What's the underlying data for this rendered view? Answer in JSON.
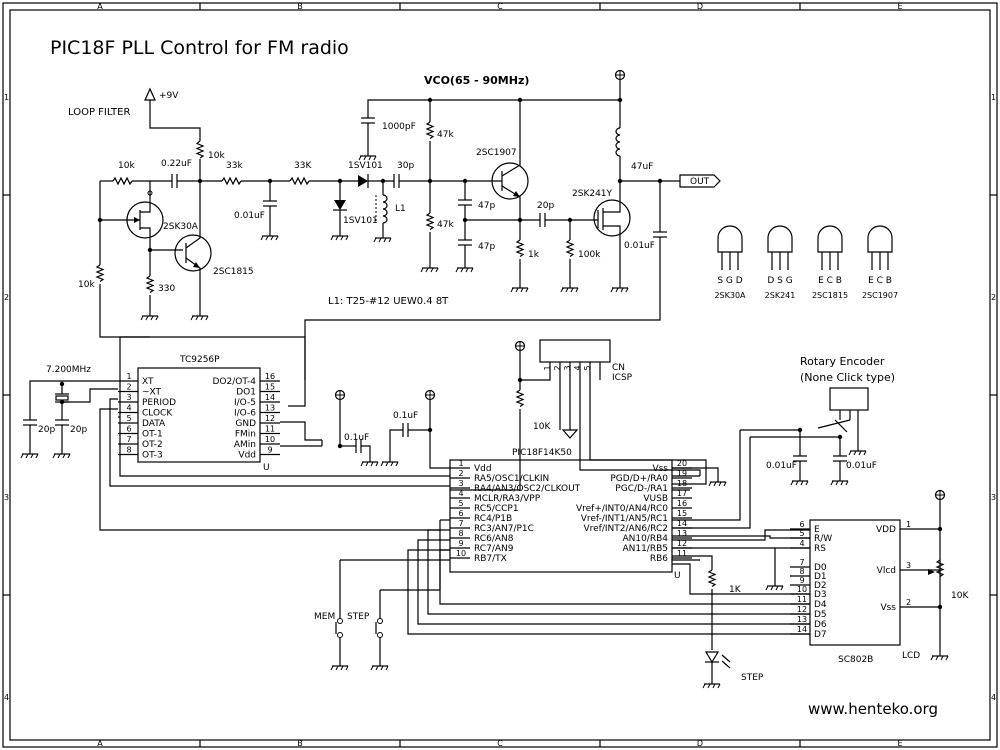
{
  "title": "PIC18F PLL Control for FM radio",
  "website": "www.henteko.org",
  "frame": {
    "columns": [
      "A",
      "B",
      "C",
      "D",
      "E"
    ],
    "rows": [
      "1",
      "2",
      "3",
      "4"
    ]
  },
  "section_labels": {
    "loop_filter": "LOOP FILTER",
    "vco": "VCO(65 - 90MHz)",
    "coil_spec": "L1: T25-#12 UEW0.4 8T",
    "out": "OUT",
    "rotary_encoder_line1": "Rotary Encoder",
    "rotary_encoder_line2": "(None Click type)",
    "cn": "CN",
    "icsp": "ICSP",
    "lcd": "LCD"
  },
  "supply": {
    "plus9v": "+9V"
  },
  "components": {
    "r_10k_a": "10k",
    "r_10k_b": "10k",
    "r_10k_c": "10k",
    "r_33k_a": "33k",
    "r_33K_b": "33K",
    "r_330": "330",
    "r_47k_a": "47k",
    "r_47k_b": "47k",
    "r_1k_a": "1k",
    "r_100k": "100k",
    "r_10K_a": "10K",
    "r_1K_b": "1K",
    "r_10K_b": "10K",
    "c_022uf": "0.22uF",
    "c_001uf_a": "0.01uF",
    "c_1000pf": "1000pF",
    "c_30p": "30p",
    "c_47p_a": "47p",
    "c_47p_b": "47p",
    "c_20p_a": "20p",
    "c_47uf": "47uF",
    "c_001uf_b": "0.01uF",
    "c_20p_b": "20p",
    "c_20p_c": "20p",
    "c_01uf_a": "0.1uF",
    "c_01uf_b": "0.1uF",
    "c_001uf_c": "0.01uF",
    "c_001uf_d": "0.01uF",
    "d_1sv101_a": "1SV101",
    "d_1sv101_b": "1SV101",
    "l1": "L1",
    "q_2sk30a": "2SK30A",
    "q_2sc1815": "2SC1815",
    "q_2sc1907": "2SC1907",
    "q_2sk241y": "2SK241Y",
    "xtal": "7.200MHz",
    "sw_mem": "MEM",
    "sw_step": "STEP",
    "led_step": "STEP"
  },
  "pinouts": [
    {
      "pins": "S G D",
      "part": "2SK30A"
    },
    {
      "pins": "D S G",
      "part": "2SK241"
    },
    {
      "pins": "E C B",
      "part": "2SC1815"
    },
    {
      "pins": "E C B",
      "part": "2SC1907"
    }
  ],
  "ic_tc9256p": {
    "name": "TC9256P",
    "unit": "U",
    "left_pins": [
      {
        "num": "1",
        "name": "XT"
      },
      {
        "num": "2",
        "name": "~XT"
      },
      {
        "num": "3",
        "name": "PERIOD"
      },
      {
        "num": "4",
        "name": "CLOCK"
      },
      {
        "num": "5",
        "name": "DATA"
      },
      {
        "num": "6",
        "name": "OT-1"
      },
      {
        "num": "7",
        "name": "OT-2"
      },
      {
        "num": "8",
        "name": "OT-3"
      }
    ],
    "right_pins": [
      {
        "num": "16",
        "name": "DO2/OT-4"
      },
      {
        "num": "15",
        "name": "DO1"
      },
      {
        "num": "14",
        "name": "I/O-5"
      },
      {
        "num": "13",
        "name": "I/O-6"
      },
      {
        "num": "12",
        "name": "GND"
      },
      {
        "num": "11",
        "name": "FMin"
      },
      {
        "num": "10",
        "name": "AMin"
      },
      {
        "num": "9",
        "name": "Vdd"
      }
    ]
  },
  "ic_pic18f14k50": {
    "name": "PIC18F14K50",
    "unit": "U",
    "left_pins": [
      {
        "num": "1",
        "name": "Vdd"
      },
      {
        "num": "2",
        "name": "RA5/OSC1/CLKIN"
      },
      {
        "num": "3",
        "name": "RA4/AN3/OSC2/CLKOUT"
      },
      {
        "num": "4",
        "name": "MCLR/RA3/VPP"
      },
      {
        "num": "5",
        "name": "RC5/CCP1"
      },
      {
        "num": "6",
        "name": "RC4/P1B"
      },
      {
        "num": "7",
        "name": "RC3/AN7/P1C"
      },
      {
        "num": "8",
        "name": "RC6/AN8"
      },
      {
        "num": "9",
        "name": "RC7/AN9"
      },
      {
        "num": "10",
        "name": "RB7/TX"
      }
    ],
    "right_pins": [
      {
        "num": "20",
        "name": "Vss"
      },
      {
        "num": "19",
        "name": "PGD/D+/RA0"
      },
      {
        "num": "18",
        "name": "PGC/D-/RA1"
      },
      {
        "num": "17",
        "name": "VUSB"
      },
      {
        "num": "16",
        "name": "Vref+/INT0/AN4/RC0"
      },
      {
        "num": "15",
        "name": "Vref-/INT1/AN5/RC1"
      },
      {
        "num": "14",
        "name": "Vref/INT2/AN6/RC2"
      },
      {
        "num": "13",
        "name": "AN10/RB4"
      },
      {
        "num": "12",
        "name": "AN11/RB5"
      },
      {
        "num": "11",
        "name": "RB6"
      }
    ]
  },
  "ic_sc802b": {
    "name": "SC802B",
    "left_pins": [
      {
        "num": "6",
        "name": "E"
      },
      {
        "num": "5",
        "name": "R/W"
      },
      {
        "num": "4",
        "name": "RS"
      },
      {
        "num": "7",
        "name": "D0"
      },
      {
        "num": "8",
        "name": "D1"
      },
      {
        "num": "9",
        "name": "D2"
      },
      {
        "num": "10",
        "name": "D3"
      },
      {
        "num": "11",
        "name": "D4"
      },
      {
        "num": "12",
        "name": "D5"
      },
      {
        "num": "13",
        "name": "D6"
      },
      {
        "num": "14",
        "name": "D7"
      }
    ],
    "right_pins": [
      {
        "num": "1",
        "name": "VDD"
      },
      {
        "num": "3",
        "name": "Vlcd"
      },
      {
        "num": "2",
        "name": "Vss"
      }
    ]
  },
  "connector_pins": [
    "1",
    "2",
    "3",
    "4",
    "5"
  ]
}
